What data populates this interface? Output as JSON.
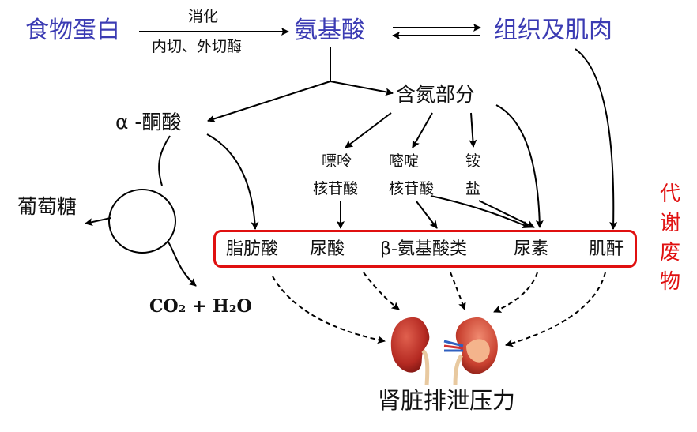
{
  "nodes": {
    "food_protein": "食物蛋白",
    "digest_top": "消化",
    "digest_bottom": "内切、外切酶",
    "amino_acid": "氨基酸",
    "tissue_muscle": "组织及肌肉",
    "nitrogen_part": "含氮部分",
    "alpha_keto": "α -酮酸",
    "glucose": "葡萄糖",
    "co2_h2o": "CO₂ + H₂O",
    "purine_line1": "嘌呤",
    "purine_line2": "核苷酸",
    "pyrimidine_line1": "嘧啶",
    "pyrimidine_line2": "核苷酸",
    "ammonium_line1": "铵",
    "ammonium_line2": "盐",
    "kidney_pressure": "肾脏排泄压力"
  },
  "metabolic_waste": {
    "label": "代谢废物",
    "items": [
      "脂肪酸",
      "尿酸",
      "β-氨基酸类",
      "尿素",
      "肌酐"
    ]
  },
  "colors": {
    "blue_text": "#3b3bb3",
    "red": "#e01010",
    "kidney": "#b52a22"
  }
}
